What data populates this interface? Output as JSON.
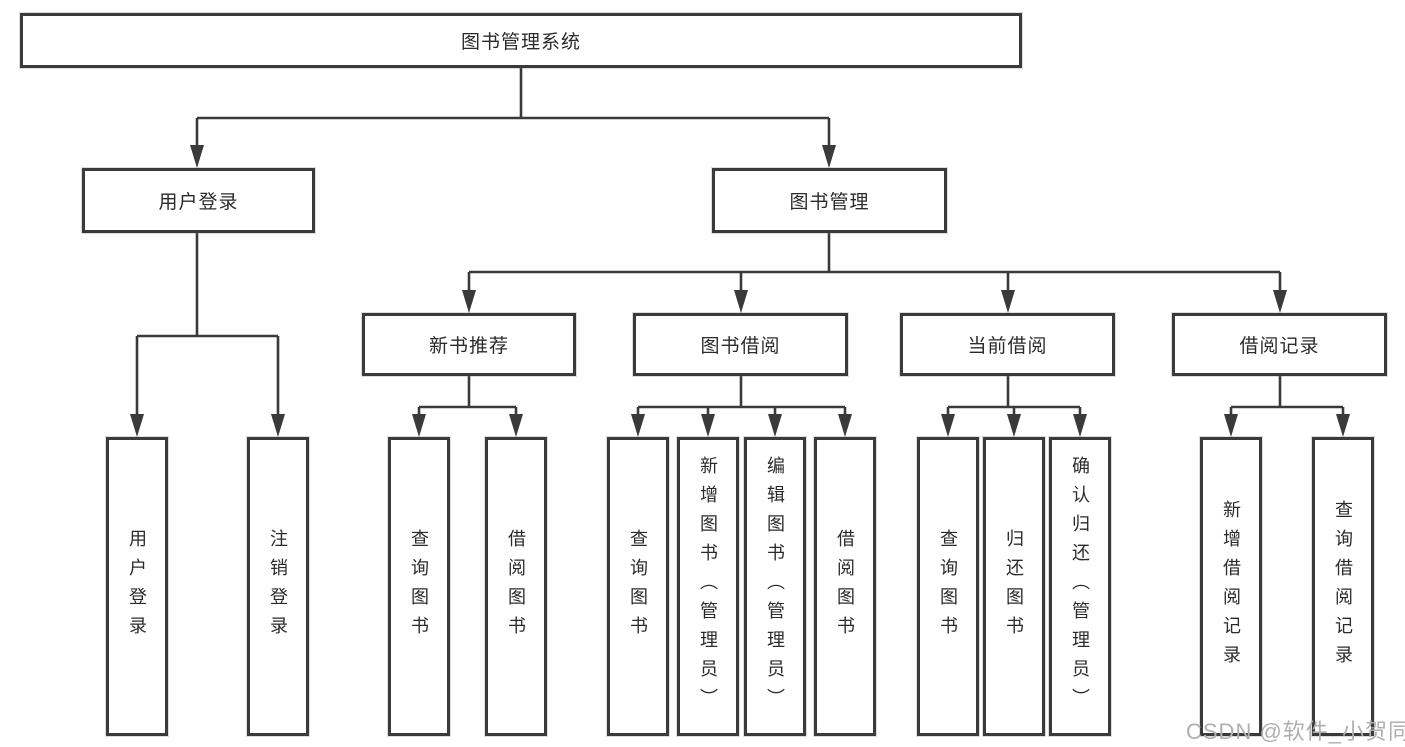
{
  "tree": {
    "label": "图书管理系统",
    "children": [
      {
        "label": "用户登录",
        "children": [
          {
            "label": "用户登录"
          },
          {
            "label": "注销登录"
          }
        ]
      },
      {
        "label": "图书管理",
        "children": [
          {
            "label": "新书推荐",
            "children": [
              {
                "label": "查询图书"
              },
              {
                "label": "借阅图书"
              }
            ]
          },
          {
            "label": "图书借阅",
            "children": [
              {
                "label": "查询图书"
              },
              {
                "label": "新增图书（管理员）"
              },
              {
                "label": "编辑图书（管理员）"
              },
              {
                "label": "借阅图书"
              }
            ]
          },
          {
            "label": "当前借阅",
            "children": [
              {
                "label": "查询图书"
              },
              {
                "label": "归还图书"
              },
              {
                "label": "确认归还（管理员）"
              }
            ]
          },
          {
            "label": "借阅记录",
            "children": [
              {
                "label": "新增借阅记录"
              },
              {
                "label": "查询借阅记录"
              }
            ]
          }
        ]
      }
    ]
  },
  "watermark": {
    "text": "CSDN @软件_小贺同学"
  },
  "colors": {
    "line": "#3a3a3a",
    "text": "#2b2b2b",
    "box_fill": "#ffffff",
    "watermark": "#b0b0b0"
  }
}
